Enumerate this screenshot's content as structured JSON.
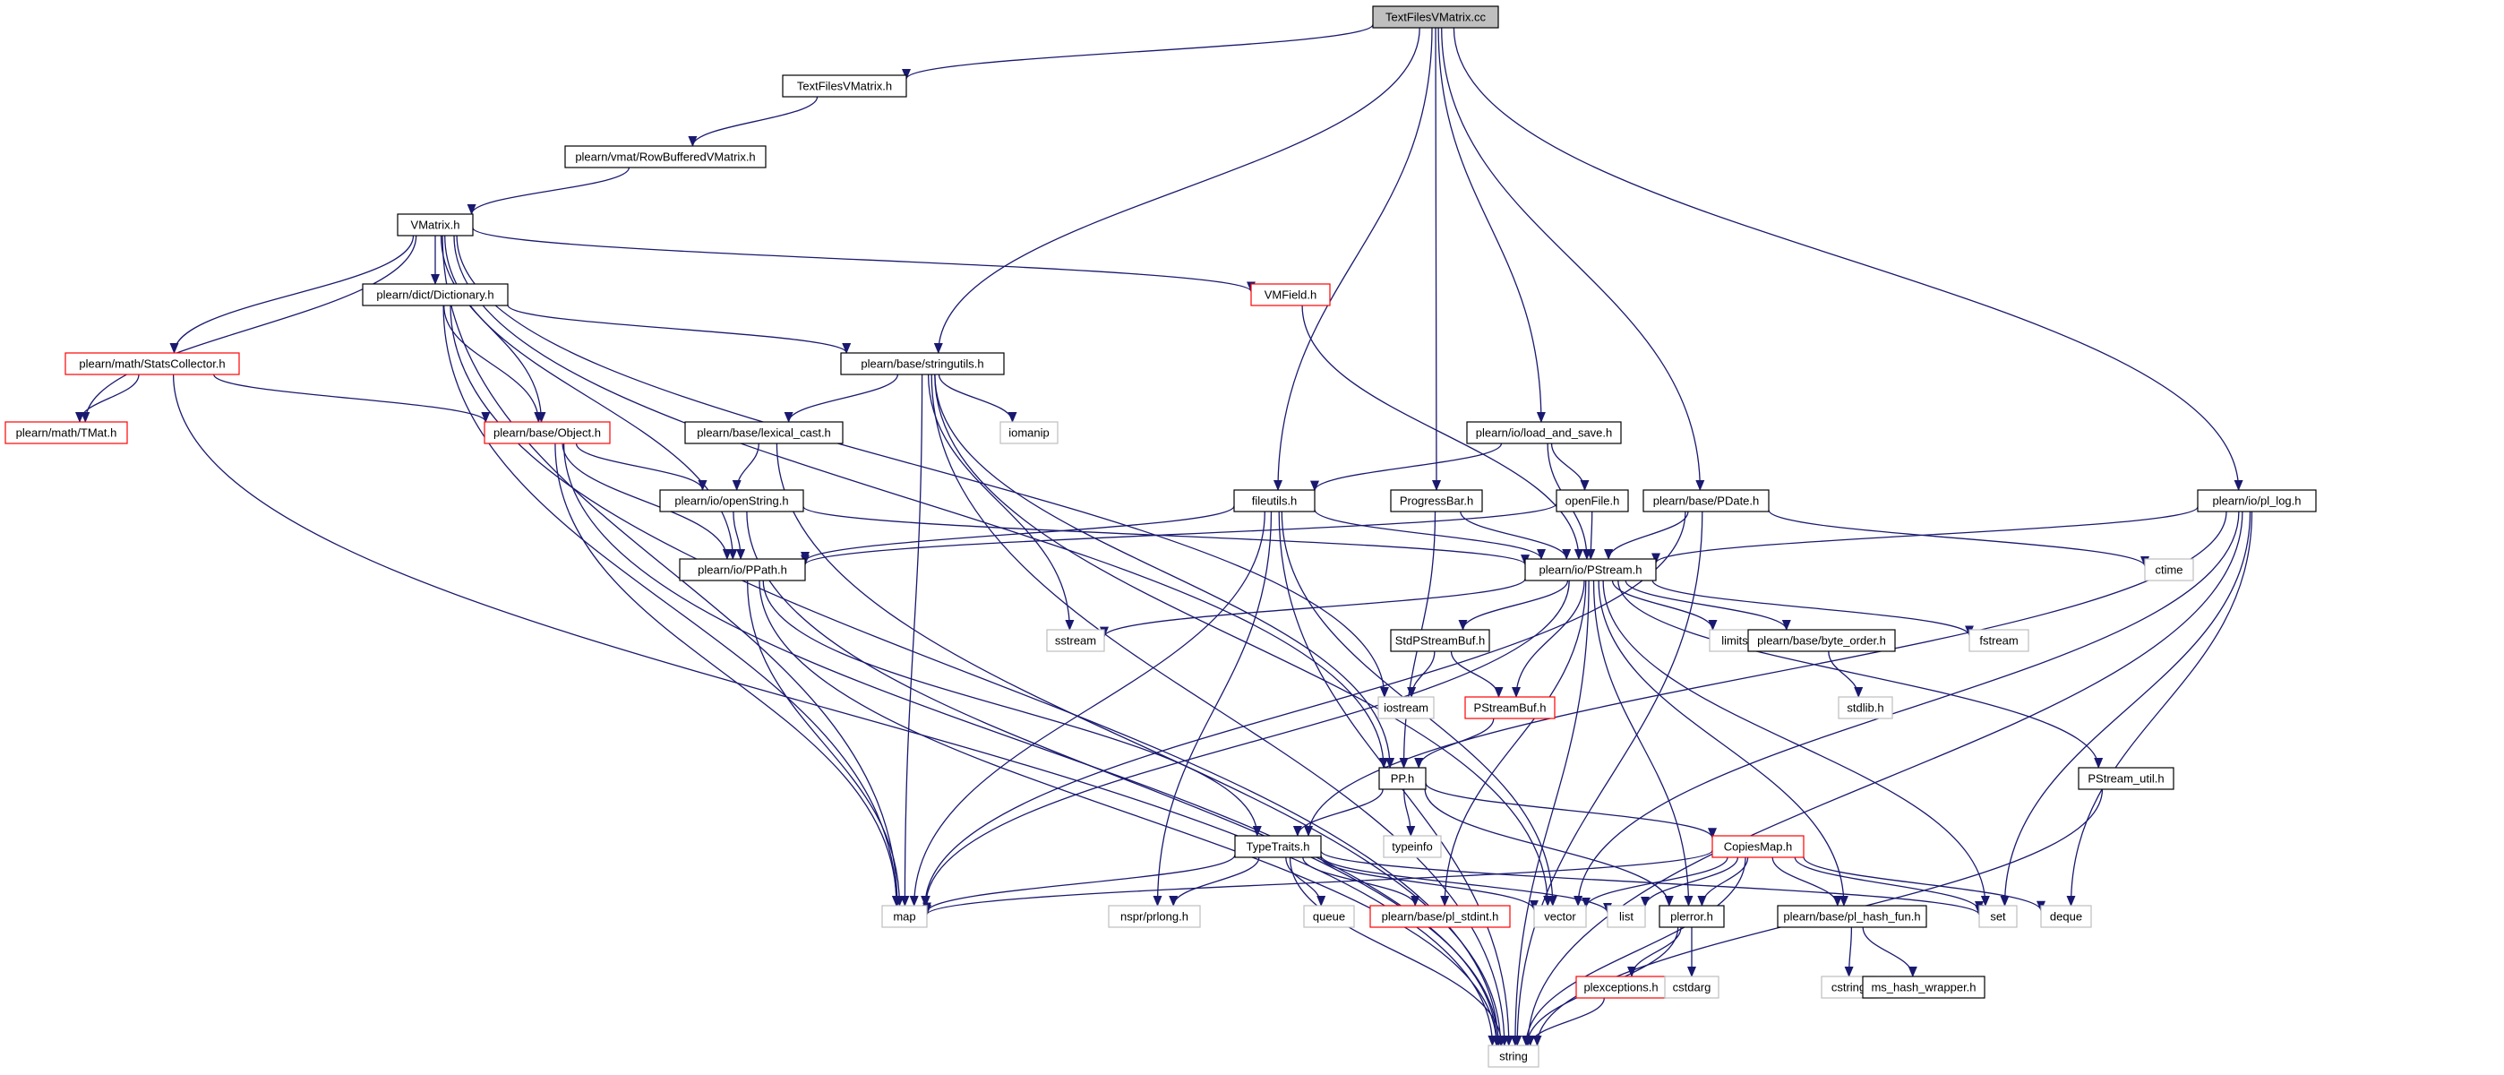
{
  "graph": {
    "colors": {
      "edge": "#191970",
      "black_border": "#000000",
      "red_border": "#ff0000",
      "gray_border": "#bfbfbf",
      "root_fill": "#bfbfbf",
      "node_fill": "#ffffff",
      "text": "#000000"
    },
    "nodes": [
      {
        "id": "root",
        "label": "TextFilesVMatrix.cc",
        "style": "root"
      },
      {
        "id": "tfvm_h",
        "label": "TextFilesVMatrix.h",
        "style": "black"
      },
      {
        "id": "rowbuf",
        "label": "plearn/vmat/RowBufferedVMatrix.h",
        "style": "black"
      },
      {
        "id": "vmatrix",
        "label": "VMatrix.h",
        "style": "black"
      },
      {
        "id": "dictionary",
        "label": "plearn/dict/Dictionary.h",
        "style": "black"
      },
      {
        "id": "vmfield",
        "label": "VMField.h",
        "style": "red"
      },
      {
        "id": "statscol",
        "label": "plearn/math/StatsCollector.h",
        "style": "red"
      },
      {
        "id": "tmat",
        "label": "plearn/math/TMat.h",
        "style": "red"
      },
      {
        "id": "stringutils",
        "label": "plearn/base/stringutils.h",
        "style": "black"
      },
      {
        "id": "object",
        "label": "plearn/base/Object.h",
        "style": "red"
      },
      {
        "id": "lexcast",
        "label": "plearn/base/lexical_cast.h",
        "style": "black"
      },
      {
        "id": "iomanip",
        "label": "iomanip",
        "style": "gray"
      },
      {
        "id": "loadsave",
        "label": "plearn/io/load_and_save.h",
        "style": "black"
      },
      {
        "id": "openstring",
        "label": "plearn/io/openString.h",
        "style": "black"
      },
      {
        "id": "fileutils",
        "label": "fileutils.h",
        "style": "black"
      },
      {
        "id": "progressbar",
        "label": "ProgressBar.h",
        "style": "black"
      },
      {
        "id": "openfile",
        "label": "openFile.h",
        "style": "black"
      },
      {
        "id": "pdate",
        "label": "plearn/base/PDate.h",
        "style": "black"
      },
      {
        "id": "pllog",
        "label": "plearn/io/pl_log.h",
        "style": "black"
      },
      {
        "id": "ppath",
        "label": "plearn/io/PPath.h",
        "style": "black"
      },
      {
        "id": "pstream",
        "label": "plearn/io/PStream.h",
        "style": "black"
      },
      {
        "id": "ctime",
        "label": "ctime",
        "style": "gray"
      },
      {
        "id": "sstream",
        "label": "sstream",
        "style": "gray"
      },
      {
        "id": "stdpstreambuf",
        "label": "StdPStreamBuf.h",
        "style": "black"
      },
      {
        "id": "limits",
        "label": "limits",
        "style": "gray"
      },
      {
        "id": "byteorder",
        "label": "plearn/base/byte_order.h",
        "style": "black"
      },
      {
        "id": "fstream",
        "label": "fstream",
        "style": "gray"
      },
      {
        "id": "iostream",
        "label": "iostream",
        "style": "gray"
      },
      {
        "id": "pstreambuf",
        "label": "PStreamBuf.h",
        "style": "red"
      },
      {
        "id": "stdlib",
        "label": "stdlib.h",
        "style": "gray"
      },
      {
        "id": "pp",
        "label": "PP.h",
        "style": "black"
      },
      {
        "id": "pstreamutil",
        "label": "PStream_util.h",
        "style": "black"
      },
      {
        "id": "typeinfo",
        "label": "typeinfo",
        "style": "gray"
      },
      {
        "id": "typetraits",
        "label": "TypeTraits.h",
        "style": "black"
      },
      {
        "id": "copiesmap",
        "label": "CopiesMap.h",
        "style": "red"
      },
      {
        "id": "map",
        "label": "map",
        "style": "gray"
      },
      {
        "id": "prlong",
        "label": "nspr/prlong.h",
        "style": "gray"
      },
      {
        "id": "queue",
        "label": "queue",
        "style": "gray"
      },
      {
        "id": "plstdint",
        "label": "plearn/base/pl_stdint.h",
        "style": "red"
      },
      {
        "id": "vector",
        "label": "vector",
        "style": "gray"
      },
      {
        "id": "list",
        "label": "list",
        "style": "gray"
      },
      {
        "id": "plerror",
        "label": "plerror.h",
        "style": "black"
      },
      {
        "id": "plhashfun",
        "label": "plearn/base/pl_hash_fun.h",
        "style": "black"
      },
      {
        "id": "set",
        "label": "set",
        "style": "gray"
      },
      {
        "id": "deque",
        "label": "deque",
        "style": "gray"
      },
      {
        "id": "plexceptions",
        "label": "plexceptions.h",
        "style": "red"
      },
      {
        "id": "cstdarg",
        "label": "cstdarg",
        "style": "gray"
      },
      {
        "id": "cstring",
        "label": "cstring",
        "style": "gray"
      },
      {
        "id": "mshash",
        "label": "ms_hash_wrapper.h",
        "style": "black"
      },
      {
        "id": "string",
        "label": "string",
        "style": "gray"
      }
    ],
    "edges": [
      [
        "root",
        "tfvm_h"
      ],
      [
        "root",
        "stringutils"
      ],
      [
        "root",
        "fileutils"
      ],
      [
        "root",
        "progressbar"
      ],
      [
        "root",
        "loadsave"
      ],
      [
        "root",
        "pdate"
      ],
      [
        "root",
        "pllog"
      ],
      [
        "tfvm_h",
        "rowbuf"
      ],
      [
        "rowbuf",
        "vmatrix"
      ],
      [
        "vmatrix",
        "dictionary"
      ],
      [
        "vmatrix",
        "vmfield"
      ],
      [
        "vmatrix",
        "statscol"
      ],
      [
        "vmatrix",
        "tmat"
      ],
      [
        "vmatrix",
        "object"
      ],
      [
        "vmatrix",
        "ppath"
      ],
      [
        "vmatrix",
        "map"
      ],
      [
        "vmatrix",
        "pp"
      ],
      [
        "vmatrix",
        "iostream"
      ],
      [
        "dictionary",
        "stringutils"
      ],
      [
        "dictionary",
        "object"
      ],
      [
        "dictionary",
        "map"
      ],
      [
        "dictionary",
        "string"
      ],
      [
        "statscol",
        "tmat"
      ],
      [
        "statscol",
        "object"
      ],
      [
        "statscol",
        "string"
      ],
      [
        "vmfield",
        "pstream"
      ],
      [
        "stringutils",
        "lexcast"
      ],
      [
        "stringutils",
        "iomanip"
      ],
      [
        "stringutils",
        "sstream"
      ],
      [
        "stringutils",
        "map"
      ],
      [
        "stringutils",
        "vector"
      ],
      [
        "stringutils",
        "string"
      ],
      [
        "stringutils",
        "pp"
      ],
      [
        "object",
        "openstring"
      ],
      [
        "object",
        "ppath"
      ],
      [
        "object",
        "map"
      ],
      [
        "object",
        "string"
      ],
      [
        "lexcast",
        "openstring"
      ],
      [
        "lexcast",
        "string"
      ],
      [
        "openstring",
        "pstream"
      ],
      [
        "openstring",
        "ppath"
      ],
      [
        "openstring",
        "string"
      ],
      [
        "loadsave",
        "fileutils"
      ],
      [
        "loadsave",
        "openfile"
      ],
      [
        "loadsave",
        "pstream"
      ],
      [
        "fileutils",
        "ppath"
      ],
      [
        "fileutils",
        "pstream"
      ],
      [
        "fileutils",
        "map"
      ],
      [
        "fileutils",
        "prlong"
      ],
      [
        "fileutils",
        "vector"
      ],
      [
        "fileutils",
        "string"
      ],
      [
        "progressbar",
        "pstream"
      ],
      [
        "progressbar",
        "pp"
      ],
      [
        "openfile",
        "ppath"
      ],
      [
        "openfile",
        "pstream"
      ],
      [
        "pdate",
        "pstream"
      ],
      [
        "pdate",
        "map"
      ],
      [
        "pdate",
        "ctime"
      ],
      [
        "pdate",
        "string"
      ],
      [
        "pllog",
        "pstream"
      ],
      [
        "pllog",
        "typetraits"
      ],
      [
        "pllog",
        "vector"
      ],
      [
        "pllog",
        "set"
      ],
      [
        "pllog",
        "deque"
      ],
      [
        "pllog",
        "string"
      ],
      [
        "ppath",
        "typetraits"
      ],
      [
        "ppath",
        "map"
      ],
      [
        "ppath",
        "string"
      ],
      [
        "pstream",
        "sstream"
      ],
      [
        "pstream",
        "stdpstreambuf"
      ],
      [
        "pstream",
        "limits"
      ],
      [
        "pstream",
        "byteorder"
      ],
      [
        "pstream",
        "fstream"
      ],
      [
        "pstream",
        "pstreambuf"
      ],
      [
        "pstream",
        "pstreamutil"
      ],
      [
        "pstream",
        "map"
      ],
      [
        "pstream",
        "plstdint"
      ],
      [
        "pstream",
        "plerror"
      ],
      [
        "pstream",
        "plhashfun"
      ],
      [
        "pstream",
        "set"
      ],
      [
        "pstream",
        "string"
      ],
      [
        "stdpstreambuf",
        "iostream"
      ],
      [
        "stdpstreambuf",
        "pstreambuf"
      ],
      [
        "byteorder",
        "stdlib"
      ],
      [
        "pstreambuf",
        "pp"
      ],
      [
        "pp",
        "typeinfo"
      ],
      [
        "pp",
        "typetraits"
      ],
      [
        "pp",
        "copiesmap"
      ],
      [
        "pp",
        "plerror"
      ],
      [
        "typetraits",
        "map"
      ],
      [
        "typetraits",
        "prlong"
      ],
      [
        "typetraits",
        "queue"
      ],
      [
        "typetraits",
        "plstdint"
      ],
      [
        "typetraits",
        "vector"
      ],
      [
        "typetraits",
        "list"
      ],
      [
        "typetraits",
        "set"
      ],
      [
        "typetraits",
        "string"
      ],
      [
        "copiesmap",
        "map"
      ],
      [
        "copiesmap",
        "vector"
      ],
      [
        "copiesmap",
        "list"
      ],
      [
        "copiesmap",
        "plerror"
      ],
      [
        "copiesmap",
        "plhashfun"
      ],
      [
        "copiesmap",
        "set"
      ],
      [
        "copiesmap",
        "deque"
      ],
      [
        "copiesmap",
        "string"
      ],
      [
        "plerror",
        "plexceptions"
      ],
      [
        "plerror",
        "cstdarg"
      ],
      [
        "plerror",
        "string"
      ],
      [
        "plexceptions",
        "string"
      ],
      [
        "plhashfun",
        "cstring"
      ],
      [
        "plhashfun",
        "mshash"
      ],
      [
        "pstreamutil",
        "string"
      ]
    ]
  }
}
